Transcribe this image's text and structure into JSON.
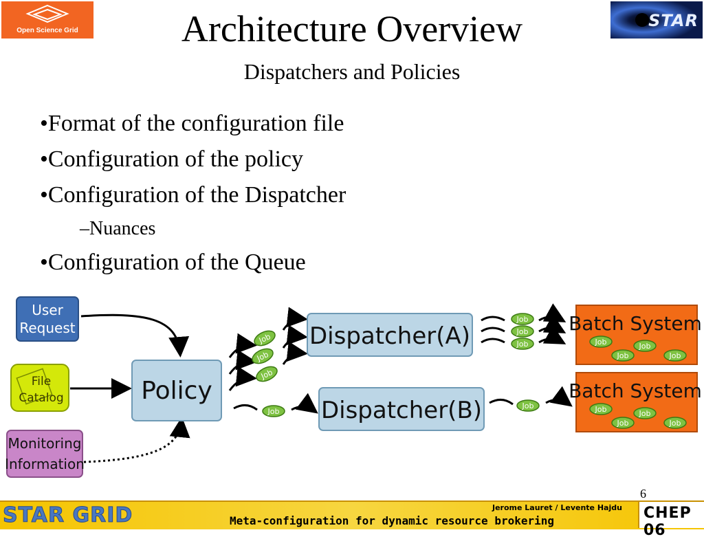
{
  "logos": {
    "osg_text": "Open Science Grid",
    "star_text": "STAR"
  },
  "title": "Architecture Overview",
  "subtitle": "Dispatchers and Policies",
  "bullets": [
    "•Format of the configuration file",
    "•Configuration of the policy",
    "•Configuration of the Dispatcher",
    "–Nuances",
    "•Configuration of the Queue"
  ],
  "diagram": {
    "user_request": [
      "User",
      "Request"
    ],
    "file_catalog": [
      "File",
      "Catalog"
    ],
    "monitoring": [
      "Monitoring",
      "Information"
    ],
    "policy": "Policy",
    "dispatcher_a": "Dispatcher(A)",
    "dispatcher_b": "Dispatcher(B)",
    "batch_system_a": "Batch System",
    "batch_system_b": "Batch System",
    "job_label": "Job",
    "colors": {
      "user_request_fill": "#3f6fb5",
      "file_catalog_fill": "#d4e80a",
      "monitoring_fill": "#c986c8",
      "policy_fill": "#bcd6e6",
      "dispatcher_fill": "#bcd6e6",
      "batch_fill": "#f26b16",
      "job_fill": "#7ec242"
    }
  },
  "page_number": "6",
  "footer": {
    "brand": "STAR GRID",
    "authors": "Jerome Lauret  /  Levente Hajdu",
    "subtitle": "Meta-configuration for dynamic resource brokering",
    "badge": "CHEP 06"
  }
}
